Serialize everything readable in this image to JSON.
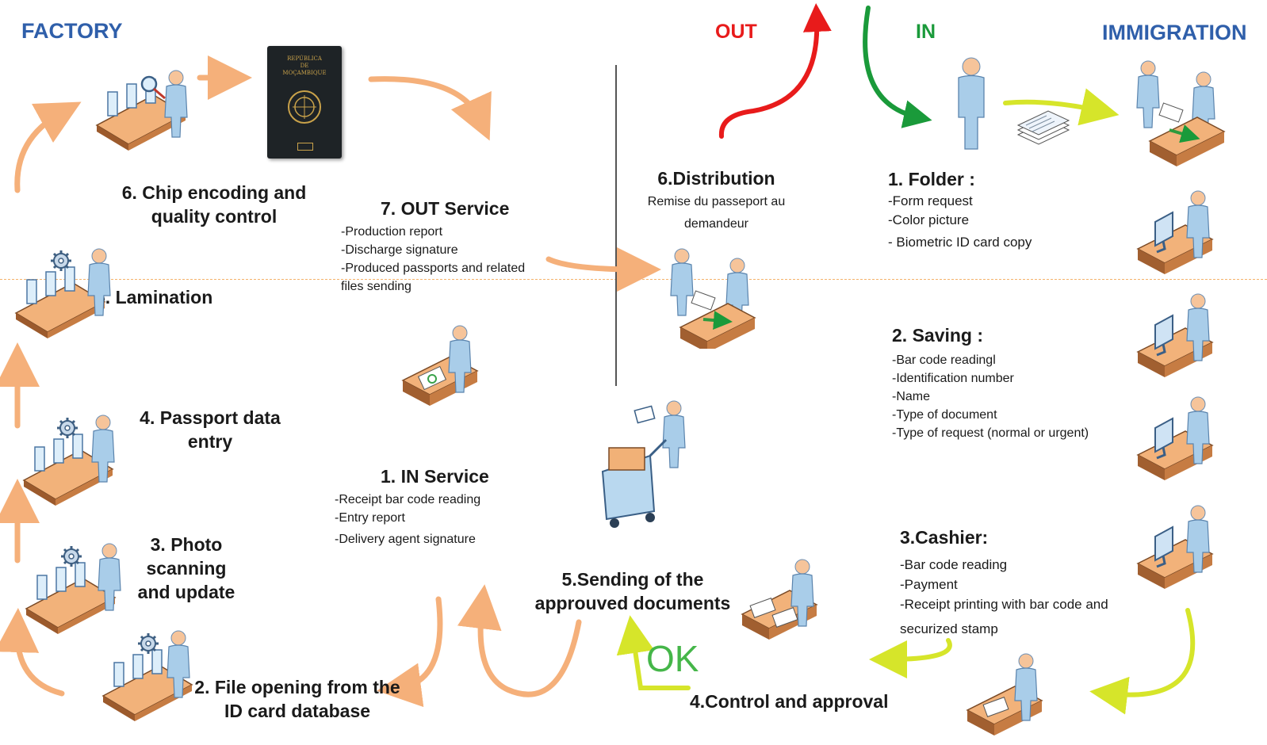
{
  "zones": {
    "factory": "FACTORY",
    "immigration": "IMMIGRATION",
    "out": "OUT",
    "in": "IN",
    "ok": "OK"
  },
  "colors": {
    "zone": "#2f5faa",
    "out": "#e81b1b",
    "in": "#1a9a3a",
    "ok": "#45b649",
    "flow_orange": "#f5b07a",
    "flow_yellow": "#d6e52a"
  },
  "factory_steps": {
    "chip": {
      "line1": "6. Chip encoding and",
      "line2": "quality control"
    },
    "lamination": "5. Lamination",
    "passport_entry": {
      "line1": "4. Passport data",
      "line2": "entry"
    },
    "photo": {
      "line1": "3. Photo",
      "line2": "scanning",
      "line3": "and update"
    },
    "file_opening": {
      "line1": "2. File opening from the",
      "line2": "ID card database"
    }
  },
  "services": {
    "out": {
      "title": "7. OUT Service",
      "items": [
        "-Production report",
        "-Discharge signature",
        "-Produced passports and related",
        "files sending"
      ]
    },
    "in": {
      "title": "1. IN Service",
      "items": [
        "-Receipt bar code reading",
        "-Entry report",
        "-Delivery agent signature"
      ]
    }
  },
  "distribution": {
    "title": "6.Distribution",
    "line1": "Remise du passeport au",
    "line2": "demandeur"
  },
  "sending": {
    "line1": "5.Sending of the",
    "line2": "approuved documents"
  },
  "control": "4.Control and approval",
  "immigration_steps": {
    "folder": {
      "title": "1. Folder :",
      "items": [
        "-Form request",
        "-Color picture",
        "- Biometric ID card copy"
      ]
    },
    "saving": {
      "title": "2. Saving :",
      "items": [
        "-Bar code readingl",
        "-Identification number",
        "-Name",
        "-Type of document",
        "-Type of request (normal or urgent)"
      ]
    },
    "cashier": {
      "title": "3.Cashier:",
      "items": [
        "-Bar code reading",
        "-Payment",
        "-Receipt printing with bar code and",
        "securized stamp"
      ]
    }
  },
  "passport": {
    "line1": "REPÚBLICA",
    "line2": "DE",
    "line3": "MOÇAMBIQUE"
  },
  "icons": [
    "conveyor-worker-icon",
    "passport-icon",
    "desk-worker-icon",
    "computer-worker-icon",
    "standing-person-icon",
    "documents-stack-icon",
    "cart-worker-icon",
    "writing-worker-icon",
    "counter-exchange-icon"
  ]
}
